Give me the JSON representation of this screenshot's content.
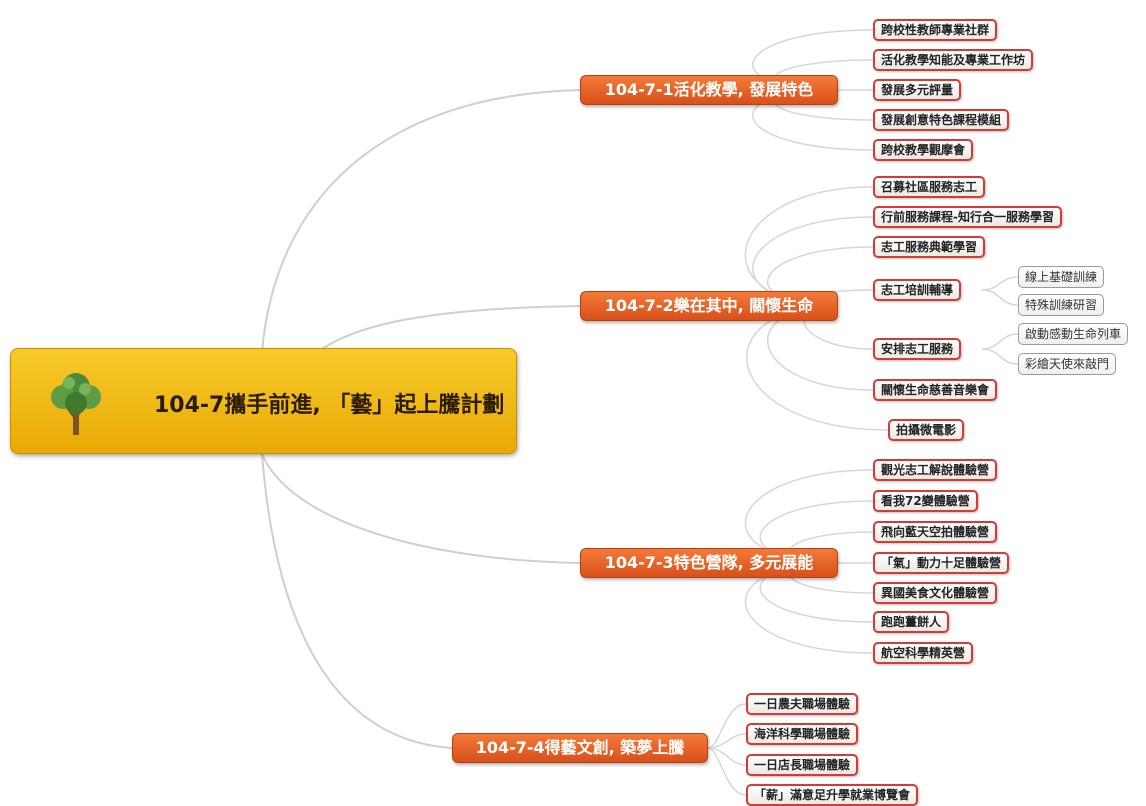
{
  "root": {
    "title": "104-7攜手前進, 「藝」起上騰計劃",
    "icon": "tree-icon"
  },
  "branches": [
    {
      "label": "104-7-1活化教學, 發展特色",
      "children": [
        "跨校性教師專業社群",
        "活化教學知能及專業工作坊",
        "發展多元評量",
        "發展創意特色課程模組",
        "跨校教學觀摩會"
      ]
    },
    {
      "label": "104-7-2樂在其中, 關懷生命",
      "children": [
        "召募社區服務志工",
        "行前服務課程-知行合一服務學習",
        "志工服務典範學習",
        "志工培訓輔導",
        "安排志工服務",
        "關懷生命慈善音樂會",
        "拍攝微電影"
      ],
      "sub": [
        [
          "線上基礎訓練",
          "特殊訓練研習"
        ],
        [
          "啟動感動生命列車",
          "彩繪天使來敲門"
        ]
      ]
    },
    {
      "label": "104-7-3特色營隊, 多元展能",
      "children": [
        "觀光志工解說體驗營",
        "看我72變體驗營",
        "飛向藍天空拍體驗營",
        "「氣」動力十足體驗營",
        "異國美食文化體驗營",
        "跑跑薑餅人",
        "航空科學精英營"
      ]
    },
    {
      "label": "104-7-4得藝文創, 築夢上騰",
      "children": [
        "一日農夫職場體驗",
        "海洋科學職場體驗",
        "一日店長職場體驗",
        "「薪」滿意足升學就業博覽會"
      ]
    }
  ],
  "colors": {
    "root": "#f0b816",
    "branch": "#e8622a",
    "leaf_border": "#d23c34",
    "connector": "#c8c8c8"
  }
}
